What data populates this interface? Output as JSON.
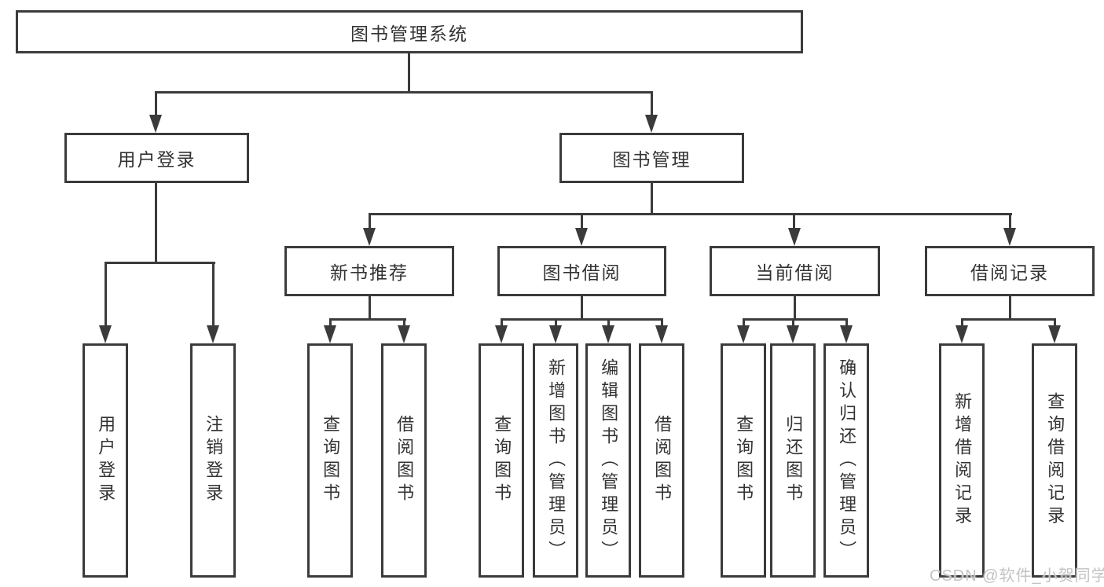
{
  "diagram": {
    "root": {
      "label": "图书管理系统"
    },
    "user_login": {
      "label": "用户登录",
      "children": [
        {
          "label": "用户登录"
        },
        {
          "label": "注销登录"
        }
      ]
    },
    "book_mgmt": {
      "label": "图书管理",
      "sections": [
        {
          "label": "新书推荐",
          "children": [
            {
              "label": "查询图书"
            },
            {
              "label": "借阅图书"
            }
          ]
        },
        {
          "label": "图书借阅",
          "children": [
            {
              "label": "查询图书"
            },
            {
              "label": "新增图书（管理员）"
            },
            {
              "label": "编辑图书（管理员）"
            },
            {
              "label": "借阅图书"
            }
          ]
        },
        {
          "label": "当前借阅",
          "children": [
            {
              "label": "查询图书"
            },
            {
              "label": "归还图书"
            },
            {
              "label": "确认归还（管理员）"
            }
          ]
        },
        {
          "label": "借阅记录",
          "children": [
            {
              "label": "新增借阅记录"
            },
            {
              "label": "查询借阅记录"
            }
          ]
        }
      ]
    }
  },
  "watermark": {
    "text": "CSDN @软件_小贺同学"
  },
  "colors": {
    "line": "#3b3b3b",
    "text": "#333333",
    "background": "#ffffff",
    "watermark": "#c3c3c3"
  }
}
